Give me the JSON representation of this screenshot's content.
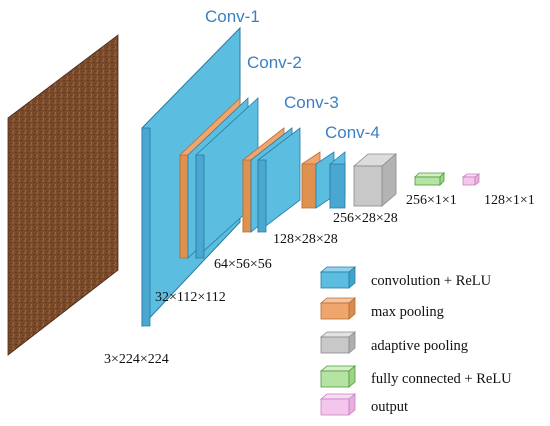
{
  "layers": {
    "conv1": "Conv-1",
    "conv2": "Conv-2",
    "conv3": "Conv-3",
    "conv4": "Conv-4"
  },
  "dimensions": {
    "input": "3×224×224",
    "conv1_out": "32×112×112",
    "conv2_out": "64×56×56",
    "conv3_out": "128×28×28",
    "conv4_out": "256×28×28",
    "fc_out": "256×1×1",
    "output": "128×1×1"
  },
  "legend": {
    "conv": "convolution + ReLU",
    "maxpool": "max pooling",
    "adaptive": "adaptive pooling",
    "fc": "fully connected + ReLU",
    "output": "output"
  },
  "colors": {
    "conv": "#5bbde0",
    "maxpool": "#f0a56c",
    "adaptive": "#c8c8c8",
    "fc": "#b6e3a3",
    "output": "#f3c6ec",
    "title": "#3b7fc4",
    "input_image": "#7a4a2c"
  }
}
